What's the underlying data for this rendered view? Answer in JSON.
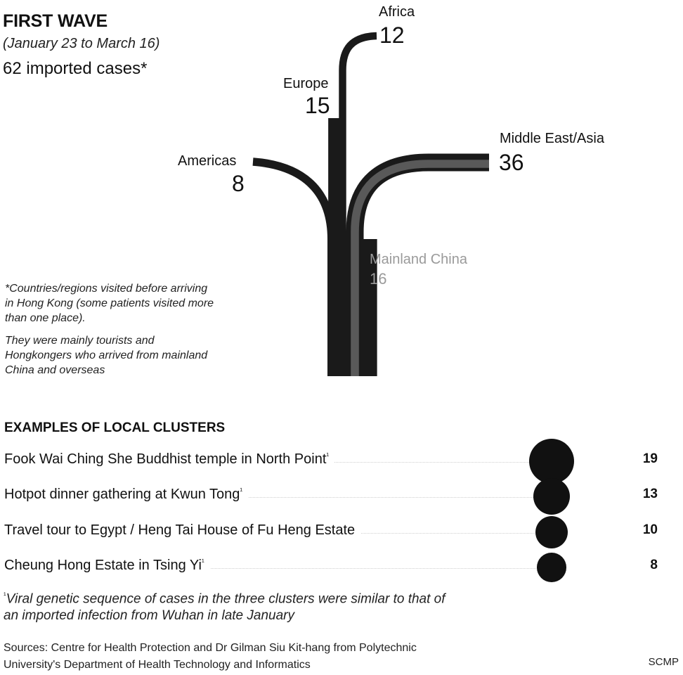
{
  "header": {
    "title": "FIRST WAVE",
    "subtitle": "(January 23 to March 16)",
    "total": "62 imported cases*"
  },
  "chart_data": [
    {
      "type": "flow",
      "title": "FIRST WAVE",
      "subtitle": "(January 23 to March 16)",
      "total_label": "62 imported cases*",
      "categories": [
        "Africa",
        "Europe",
        "Americas",
        "Middle East/Asia",
        "Mainland China"
      ],
      "values": [
        12,
        15,
        8,
        36,
        16
      ],
      "colors": [
        "#1a1a1a",
        "#1a1a1a",
        "#1a1a1a",
        "#1a1a1a",
        "#595959"
      ],
      "label_colors": [
        "#111111",
        "#111111",
        "#111111",
        "#111111",
        "#9a9a9a"
      ]
    },
    {
      "type": "bubble",
      "title": "EXAMPLES OF LOCAL CLUSTERS",
      "categories": [
        "Fook Wai Ching She Buddhist temple in North Point",
        "Hotpot dinner gathering at Kwun Tong",
        "Travel tour to Egypt / Heng Tai House of Fu Heng Estate",
        "Cheung Hong Estate in Tsing Yi"
      ],
      "footnote_marks": [
        "¹",
        "¹",
        "",
        "¹"
      ],
      "values": [
        19,
        13,
        10,
        8
      ],
      "color": "#111111"
    }
  ],
  "notes": {
    "asterisk_note": "*Countries/regions visited before arriving in Hong Kong (some patients visited more than one place).",
    "description": "They were mainly tourists and Hongkongers who arrived from mainland China and overseas"
  },
  "clusters_heading": "EXAMPLES OF LOCAL CLUSTERS",
  "footnote": {
    "mark": "¹",
    "text": "Viral genetic sequence of cases in the three clusters were similar to that of an imported infection from Wuhan in late January"
  },
  "sources": "Sources: Centre for Health Protection and Dr Gilman Siu Kit-hang from Polytechnic University's Department of Health Technology and Informatics",
  "credit": "SCMP"
}
